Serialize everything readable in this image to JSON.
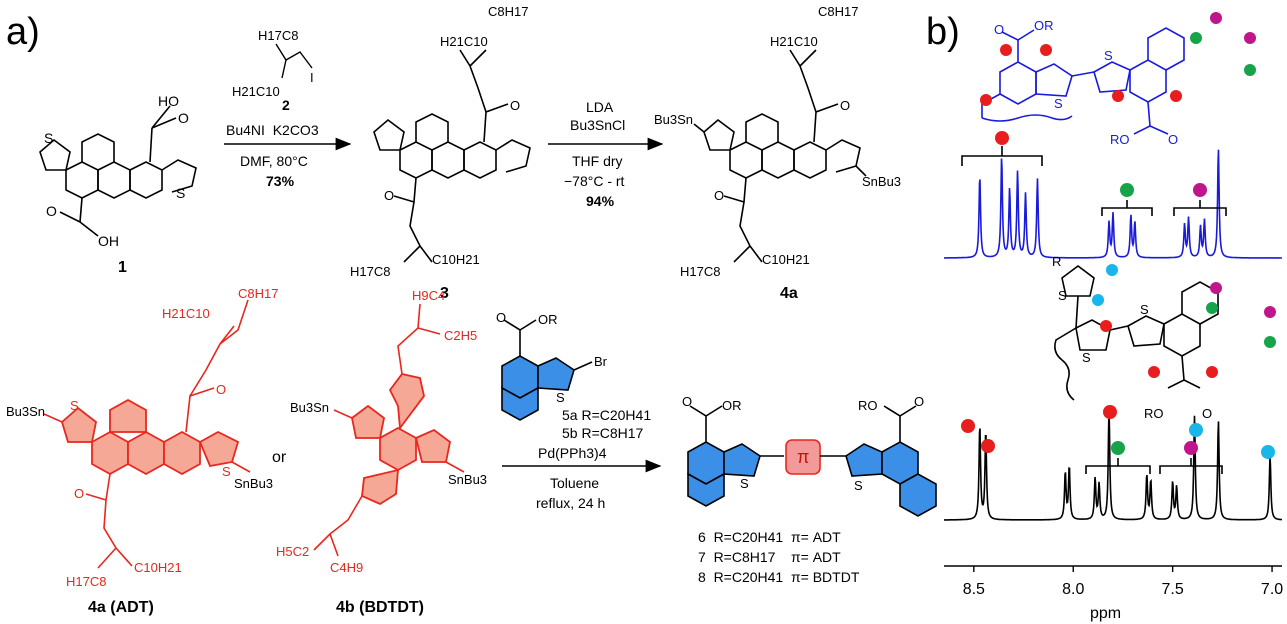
{
  "panels": {
    "a_label": "a)",
    "b_label": "b)"
  },
  "colors": {
    "black": "#000000",
    "red": "#e8271e",
    "red_fill": "#f4a895",
    "blue": "#1a1adc",
    "blue_fill": "#3c8fe6",
    "pink": "#f29a9a",
    "dot_red": "#e81e1e",
    "dot_green": "#17a34a",
    "dot_magenta": "#c0168c",
    "dot_cyan": "#19b6ea"
  },
  "scheme": {
    "compound_1": "1",
    "compound_2": "2",
    "compound_3": "3",
    "compound_4a": "4a",
    "reagent_2_top": "H17C8",
    "reagent_2_bottom": "H21C10",
    "reagent_2_iodo": "I",
    "step1_reagents": "Bu4NI  K2CO3",
    "step1_conditions": "DMF, 80°C",
    "step1_yield": "73%",
    "step2_reagent1": "LDA",
    "step2_reagent2": "Bu3SnCl",
    "step2_solvent": "THF dry",
    "step2_temp": "−78°C - rt",
    "step2_yield": "94%",
    "ho_label": "HO",
    "oh_label": "OH",
    "o_label": "O",
    "s_label": "S",
    "sidechain_top": "H21C10",
    "sidechain_top_r": "C8H17",
    "sidechain_bottom_l": "H17C8",
    "sidechain_bottom_r": "C10H21",
    "snbu3": "SnBu3",
    "bu3sn": "Bu3Sn",
    "or_label": "or",
    "compound_4a_name": "4a (ADT)",
    "compound_4b_name": "4b (BDTDT)",
    "bdtdt_top_1": "H9C4",
    "bdtdt_top_2": "C2H5",
    "bdtdt_bot_1": "H5C2",
    "bdtdt_bot_2": "C4H9",
    "reagent_5_or": "OR",
    "reagent_5_br": "Br",
    "reagent_5a": "5a R=C20H41",
    "reagent_5b": "5b R=C8H17",
    "step3_catalyst": "Pd(PPh3)4",
    "step3_solvent": "Toluene",
    "step3_conditions": "reflux, 24 h",
    "product_pi": "π",
    "product_or_l": "OR",
    "product_or_r": "RO",
    "product_6": "6  R=C20H41  π= ADT",
    "product_7": "7  R=C8H17    π= ADT",
    "product_8": "8  R=C20H41  π= BDTDT"
  },
  "spectra": {
    "x_axis_label": "ppm",
    "ticks": [
      "8.5",
      "8.0",
      "7.5",
      "7.0"
    ],
    "top_or": "OR",
    "top_ro": "RO",
    "bottom_r": "R",
    "bottom_ro": "RO"
  },
  "chart_data": {
    "type": "line",
    "xlabel": "ppm",
    "xlim": [
      8.65,
      6.95
    ],
    "x_ticks": [
      8.5,
      8.0,
      7.5,
      7.0
    ],
    "series": [
      {
        "color": "#1a1adc",
        "peaks_ppm": [
          8.47,
          8.36,
          8.32,
          8.28,
          8.24,
          8.18,
          7.82,
          7.8,
          7.71,
          7.69,
          7.44,
          7.42,
          7.36,
          7.34,
          7.27
        ],
        "peaks_rel_height": [
          0.75,
          0.92,
          0.62,
          0.78,
          0.58,
          0.72,
          0.32,
          0.4,
          0.38,
          0.32,
          0.3,
          0.36,
          0.28,
          0.34,
          1.0
        ]
      },
      {
        "color": "#000000",
        "peaks_ppm": [
          8.47,
          8.44,
          8.04,
          8.02,
          7.89,
          7.87,
          7.82,
          7.63,
          7.61,
          7.5,
          7.48,
          7.39,
          7.27,
          7.01
        ],
        "peaks_rel_height": [
          0.8,
          0.75,
          0.4,
          0.45,
          0.35,
          0.3,
          0.96,
          0.38,
          0.33,
          0.32,
          0.28,
          0.88,
          0.85,
          0.55
        ]
      }
    ]
  }
}
